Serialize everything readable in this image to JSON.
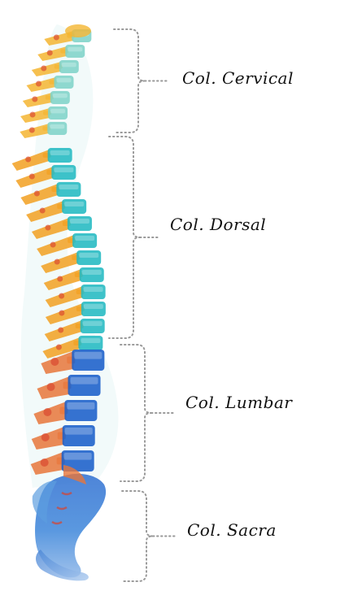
{
  "regions": [
    {
      "id": "cervical",
      "label": "Col. Cervical"
    },
    {
      "id": "dorsal",
      "label": "Col. Dorsal"
    },
    {
      "id": "lumbar",
      "label": "Col. Lumbar"
    },
    {
      "id": "sacra",
      "label": "Col. Sacra"
    }
  ],
  "colors": {
    "bracket": "#9a9a9a",
    "label_text": "#111111",
    "cervical_body": "#7fd3c8",
    "cervical_process": "#f4b531",
    "dorsal_body": "#23b9c2",
    "dorsal_process": "#f2a021",
    "lumbar_body": "#1a5fc9",
    "lumbar_process": "#e8763a",
    "sacrum": "#2f6fd1",
    "accent_red": "#d8432d"
  }
}
